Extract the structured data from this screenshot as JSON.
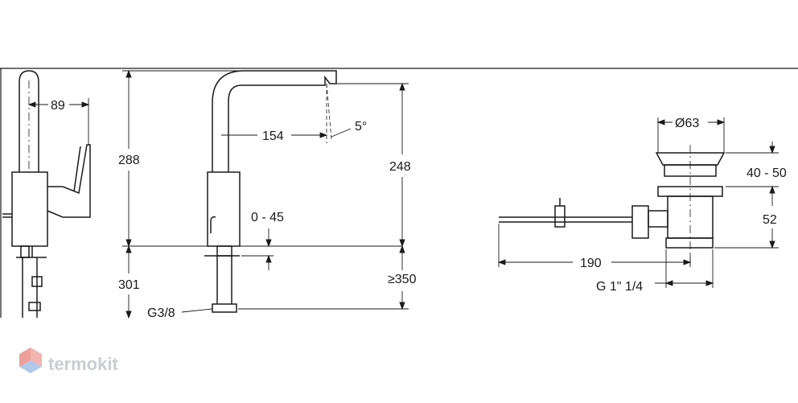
{
  "drawing": {
    "labels": {
      "d89": "89",
      "d288": "288",
      "d301": "301",
      "d154": "154",
      "angle": "5°",
      "d248": "248",
      "d0_45": "0 - 45",
      "d350": "≥350",
      "thread_g38": "G3/8",
      "dia63": "Ø63",
      "d40_50": "40 - 50",
      "d52": "52",
      "d190": "190",
      "thread_g114": "G 1\" 1/4"
    }
  },
  "watermark": {
    "brand": "termokit",
    "colors": {
      "red": "#e8867f",
      "blue": "#8fb2e3",
      "grey": "#c9ccd1"
    }
  }
}
